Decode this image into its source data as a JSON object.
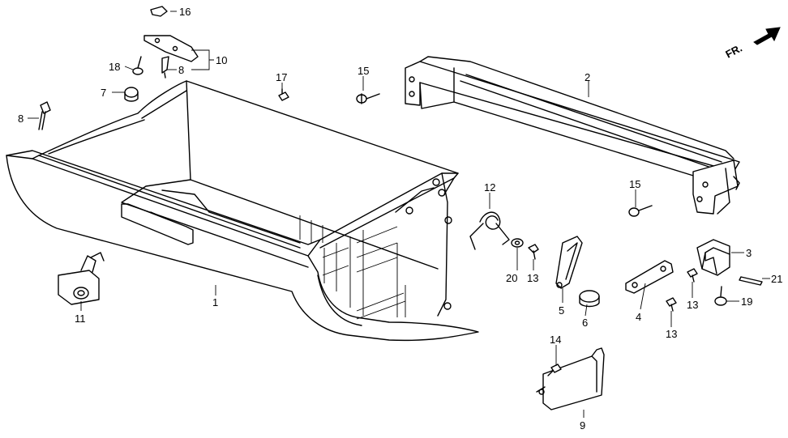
{
  "diagram": {
    "orientation_mark": "FR.",
    "callouts": {
      "c1": "1",
      "c2": "2",
      "c3": "3",
      "c4": "4",
      "c5": "5",
      "c6": "6",
      "c7": "7",
      "c8a": "8",
      "c8b": "8",
      "c9": "9",
      "c10": "10",
      "c11": "11",
      "c12": "12",
      "c13a": "13",
      "c13b": "13",
      "c13c": "13",
      "c14": "14",
      "c15a": "15",
      "c15b": "15",
      "c16": "16",
      "c17": "17",
      "c18": "18",
      "c19": "19",
      "c20": "20",
      "c21": "21"
    }
  }
}
